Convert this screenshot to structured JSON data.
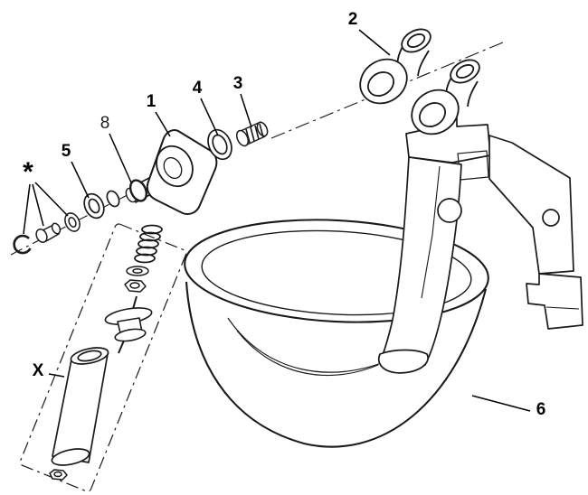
{
  "diagram": {
    "background_color": "#ffffff",
    "line_color": "#1a1a1a",
    "callouts": {
      "valve_body": "1",
      "elbow_fittings": "2",
      "inlet_fitting": "3",
      "sealing_ring": "4",
      "washer": "5",
      "bowl": "6",
      "valve_piston": "8",
      "fastener_set": "*",
      "paddle_assembly": "X"
    }
  }
}
